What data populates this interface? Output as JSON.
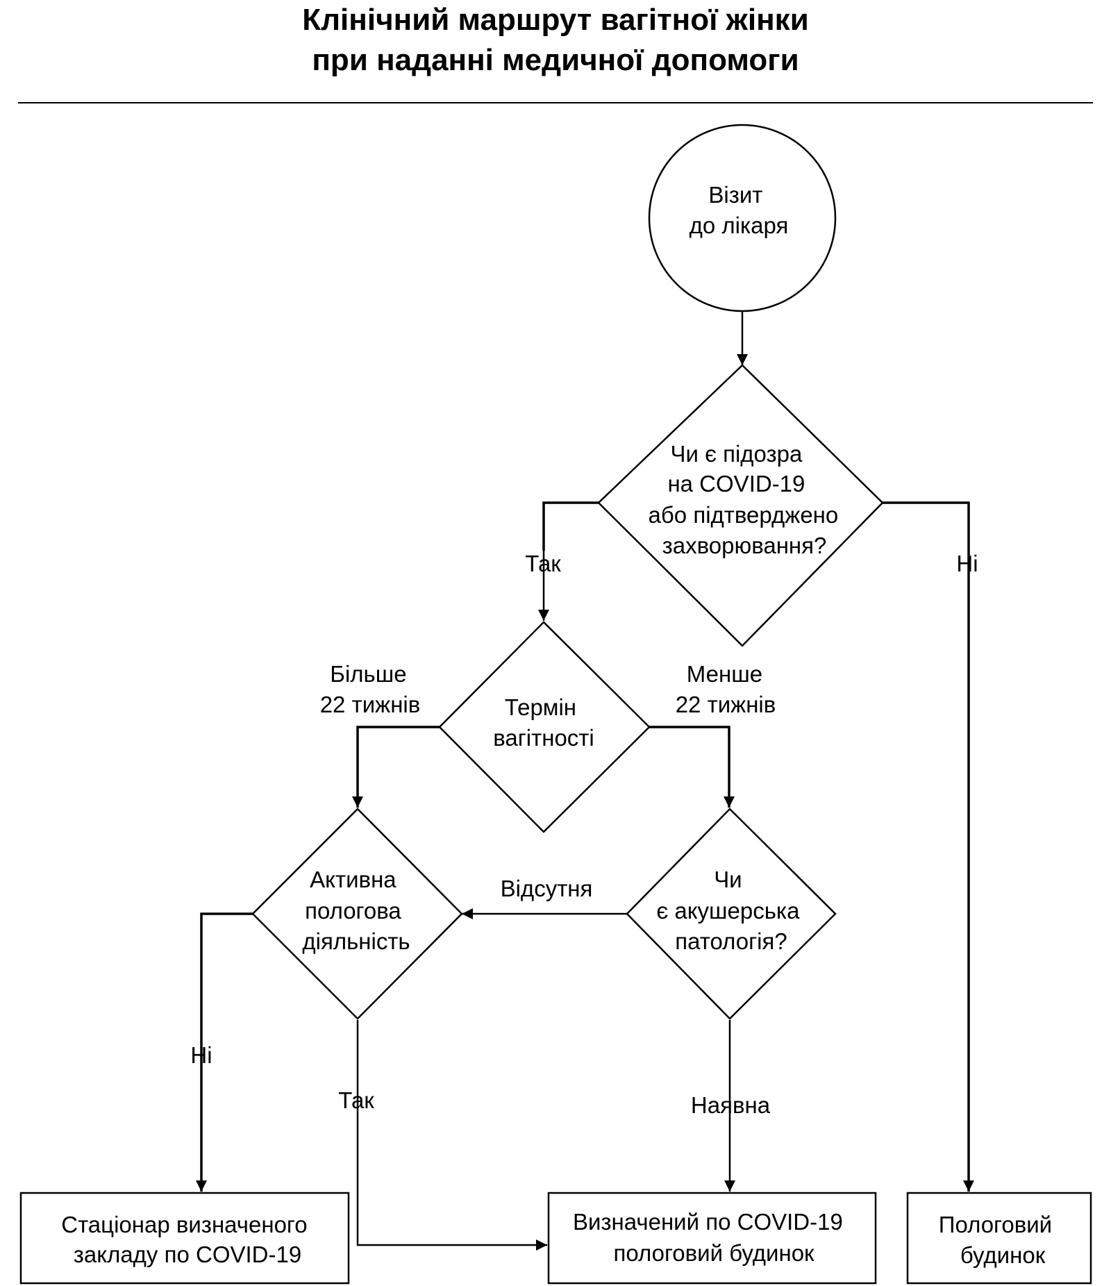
{
  "title": {
    "line1": "Клінічний маршрут вагітної жінки",
    "line2": "при наданні медичної допомоги"
  },
  "nodes": {
    "visit": [
      "Візит",
      "до лікаря"
    ],
    "covid_question": [
      "Чи є підозра",
      "на COVID-19",
      "або підтверджено",
      "захворювання?"
    ],
    "gestation_term": [
      "Термін",
      "вагітності"
    ],
    "active_labor": [
      "Активна",
      "пологова",
      "діяльність"
    ],
    "obstetric_pathology": [
      "Чи",
      "є акушерська",
      "патологія?"
    ],
    "covid_hospital": [
      "Стаціонар визначеного",
      "закладу по COVID-19"
    ],
    "covid_maternity": [
      "Визначений по COVID-19",
      "пологовий будинок"
    ],
    "maternity": [
      "Пологовий",
      "будинок"
    ]
  },
  "edges": {
    "covid_yes": [
      "Так"
    ],
    "covid_no": [
      "Ні"
    ],
    "more_22": [
      "Більше",
      "22 тижнів"
    ],
    "less_22": [
      "Менше",
      "22 тижнів"
    ],
    "absent": [
      "Відсутня"
    ],
    "present": [
      "Наявна"
    ],
    "labor_no": [
      "Ні"
    ],
    "labor_yes": [
      "Так"
    ]
  }
}
